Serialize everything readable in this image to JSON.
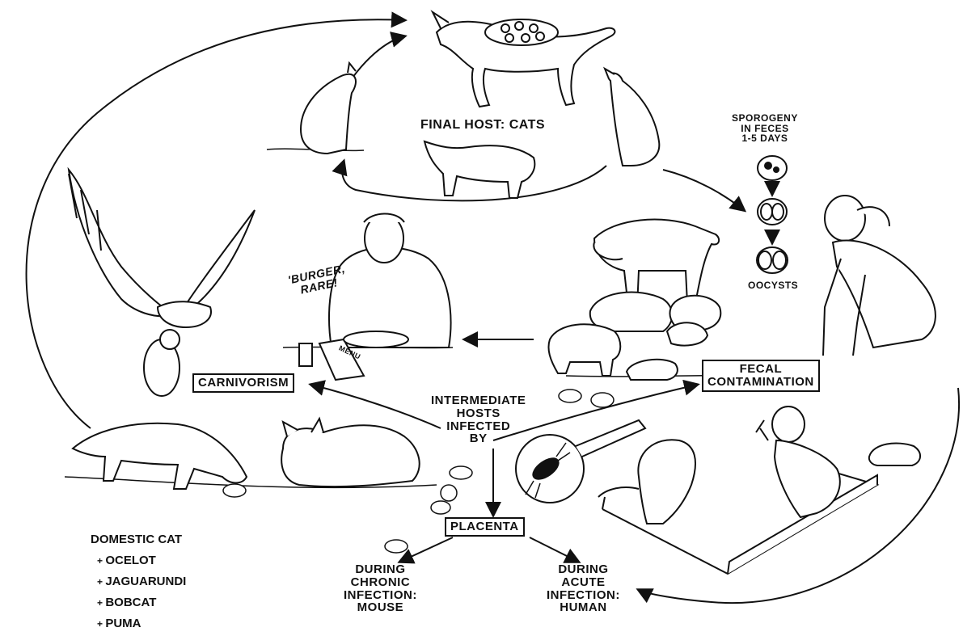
{
  "title": "FINAL HOST: CATS",
  "sporogeny": [
    "SPOROGENY",
    "IN FECES",
    "1-5 DAYS"
  ],
  "oocysts": "OOCYSTS",
  "speech": [
    "'BURGER,",
    "RARE!"
  ],
  "menu": "MENU",
  "carnivorism": "CARNIVORISM",
  "fecal": [
    "FECAL",
    "CONTAMINATION"
  ],
  "intermediate": [
    "INTERMEDIATE",
    "HOSTS",
    "INFECTED",
    "BY"
  ],
  "placenta": "PLACENTA",
  "chronic": [
    "DURING",
    "CHRONIC",
    "INFECTION:",
    "MOUSE"
  ],
  "acute": [
    "DURING",
    "ACUTE",
    "INFECTION:",
    "HUMAN"
  ],
  "hosts_list": {
    "main": "DOMESTIC CAT",
    "others": [
      "OCELOT",
      "JAGUARUNDI",
      "BOBCAT",
      "PUMA"
    ]
  },
  "icons": [
    "cat-icon",
    "hawk-icon",
    "mouse-icon",
    "man-eating-icon",
    "cattle-icon",
    "pig-icon",
    "sheep-icon",
    "woman-gardening-icon",
    "child-sandbox-icon",
    "magnifier-icon",
    "oocyst-icon"
  ]
}
